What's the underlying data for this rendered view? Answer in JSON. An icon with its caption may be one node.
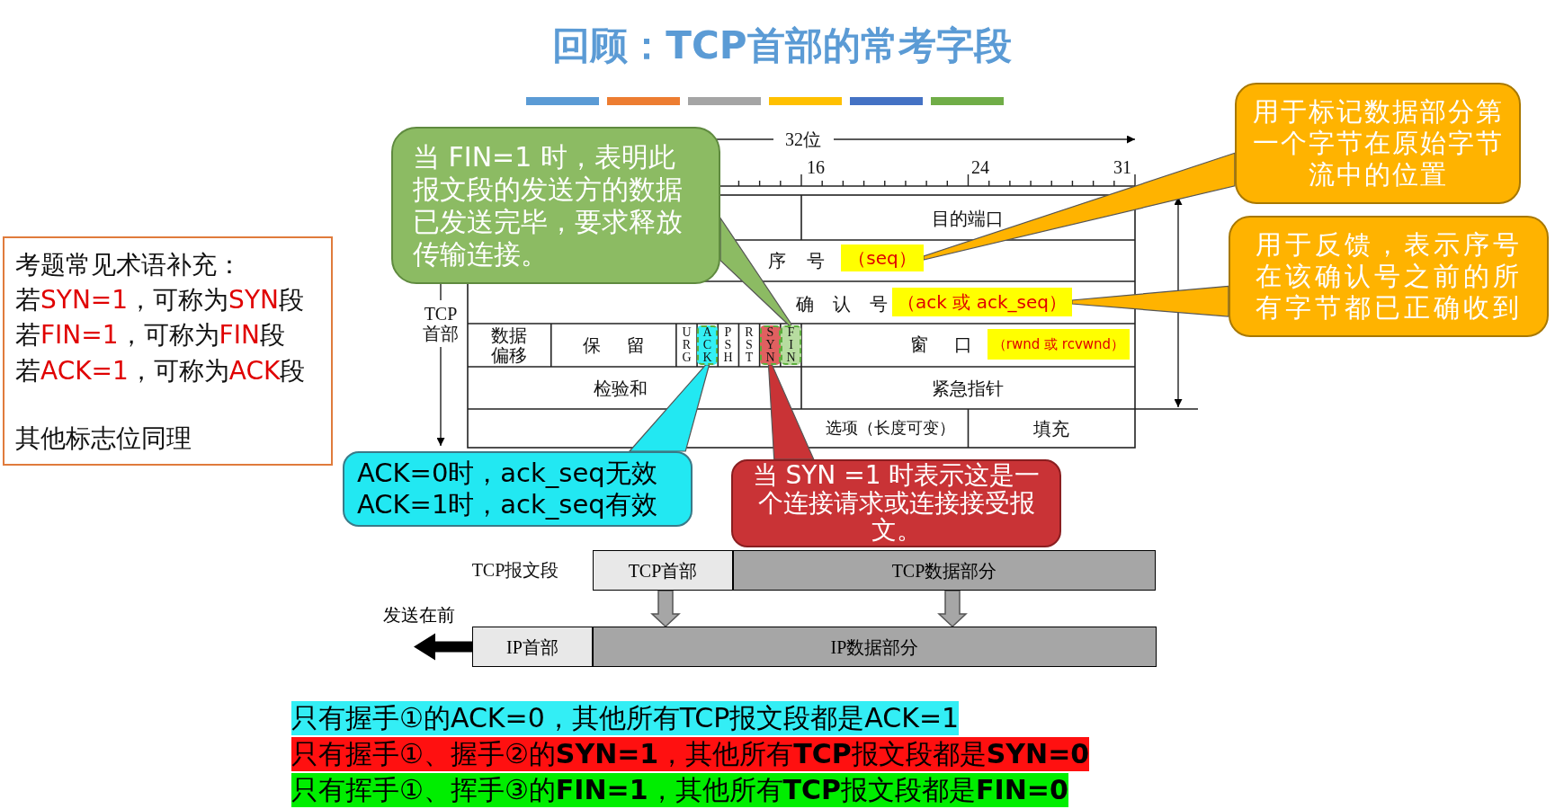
{
  "diagram": {
    "title": "回顾：TCP首部的常考字段",
    "nodes": [
      {
        "text": [
          "当 FIN=1 时，表明此报文段的发送方的数据已发送完毕，要求释放传输连接。"
        ]
      },
      {
        "text": [
          "用于标记数据部分第一个字节在原始字节流中的位置"
        ]
      },
      {
        "text": [
          "用于反馈，表示序号在该确认号之前的所有字节都已正确收到"
        ]
      },
      {
        "text": [
          "考题常见术语补充：",
          "若SYN=1，可称为SYN段",
          "若FIN=1，可称为FIN段",
          "若ACK=1，可称为ACK段",
          "其他标志位同理"
        ]
      },
      {
        "text": [
          "（seq）"
        ]
      },
      {
        "text": [
          "（ack 或 ack_seq）"
        ]
      },
      {
        "text": [
          "ACK"
        ]
      },
      {
        "text": [
          "SYN"
        ]
      },
      {
        "text": [
          "FIN"
        ]
      },
      {
        "text": [
          "（rwnd 或 rcvwnd）"
        ]
      },
      {
        "text": [
          "ACK=0时，ack_seq无效",
          "ACK=1时，ack_seq有效"
        ]
      },
      {
        "text": [
          "当 SYN =1 时表示这是一个连接请求或连接接受报文。"
        ]
      },
      {
        "text": [
          "TCP首部"
        ]
      },
      {
        "text": [
          "TCP数据部分"
        ]
      },
      {
        "text": [
          "IP首部"
        ]
      },
      {
        "text": [
          "IP数据部分"
        ]
      }
    ],
    "edges": [
      {
        "from": 0,
        "to": 8,
        "arrow": "none",
        "color": "#8cbb63"
      },
      {
        "from": 1,
        "to": 4,
        "arrow": "none",
        "color": "#ffb300"
      },
      {
        "from": 2,
        "to": 5,
        "arrow": "none",
        "color": "#ffb300"
      },
      {
        "from": 10,
        "to": 6,
        "arrow": "none",
        "color": "#22e8f2"
      },
      {
        "from": 11,
        "to": 7,
        "arrow": "none",
        "color": "#c93336"
      },
      {
        "from": 12,
        "to": 15,
        "arrow": "to",
        "style": "thick",
        "color": "#a6a6a6"
      },
      {
        "from": 13,
        "to": 15,
        "arrow": "to",
        "style": "thick",
        "color": "#a6a6a6"
      },
      {
        "from": 14,
        "to": null,
        "arrow": "to",
        "label": "发送在前",
        "style": "thick",
        "color": "#000000"
      }
    ],
    "labels": [
      "32位",
      "16",
      "24",
      "31",
      "目的端口",
      "序 号",
      "确 认 号",
      "TCP首部",
      "数据偏移",
      "保 留",
      "URG",
      "PSH",
      "RST",
      "窗 口",
      "检验和",
      "紧急指针",
      "选项（长度可变）",
      "填充",
      "TCP报文段",
      "只有握手①的ACK=0，其他所有TCP报文段都是ACK=1",
      "只有握手①、握手②的**SYN=1**，其他所有**TCP**报文段都是**SYN=0**",
      "只有挥手①、挥手③的**FIN=1**，其他所有**TCP**报文段都是**FIN=0**"
    ]
  }
}
